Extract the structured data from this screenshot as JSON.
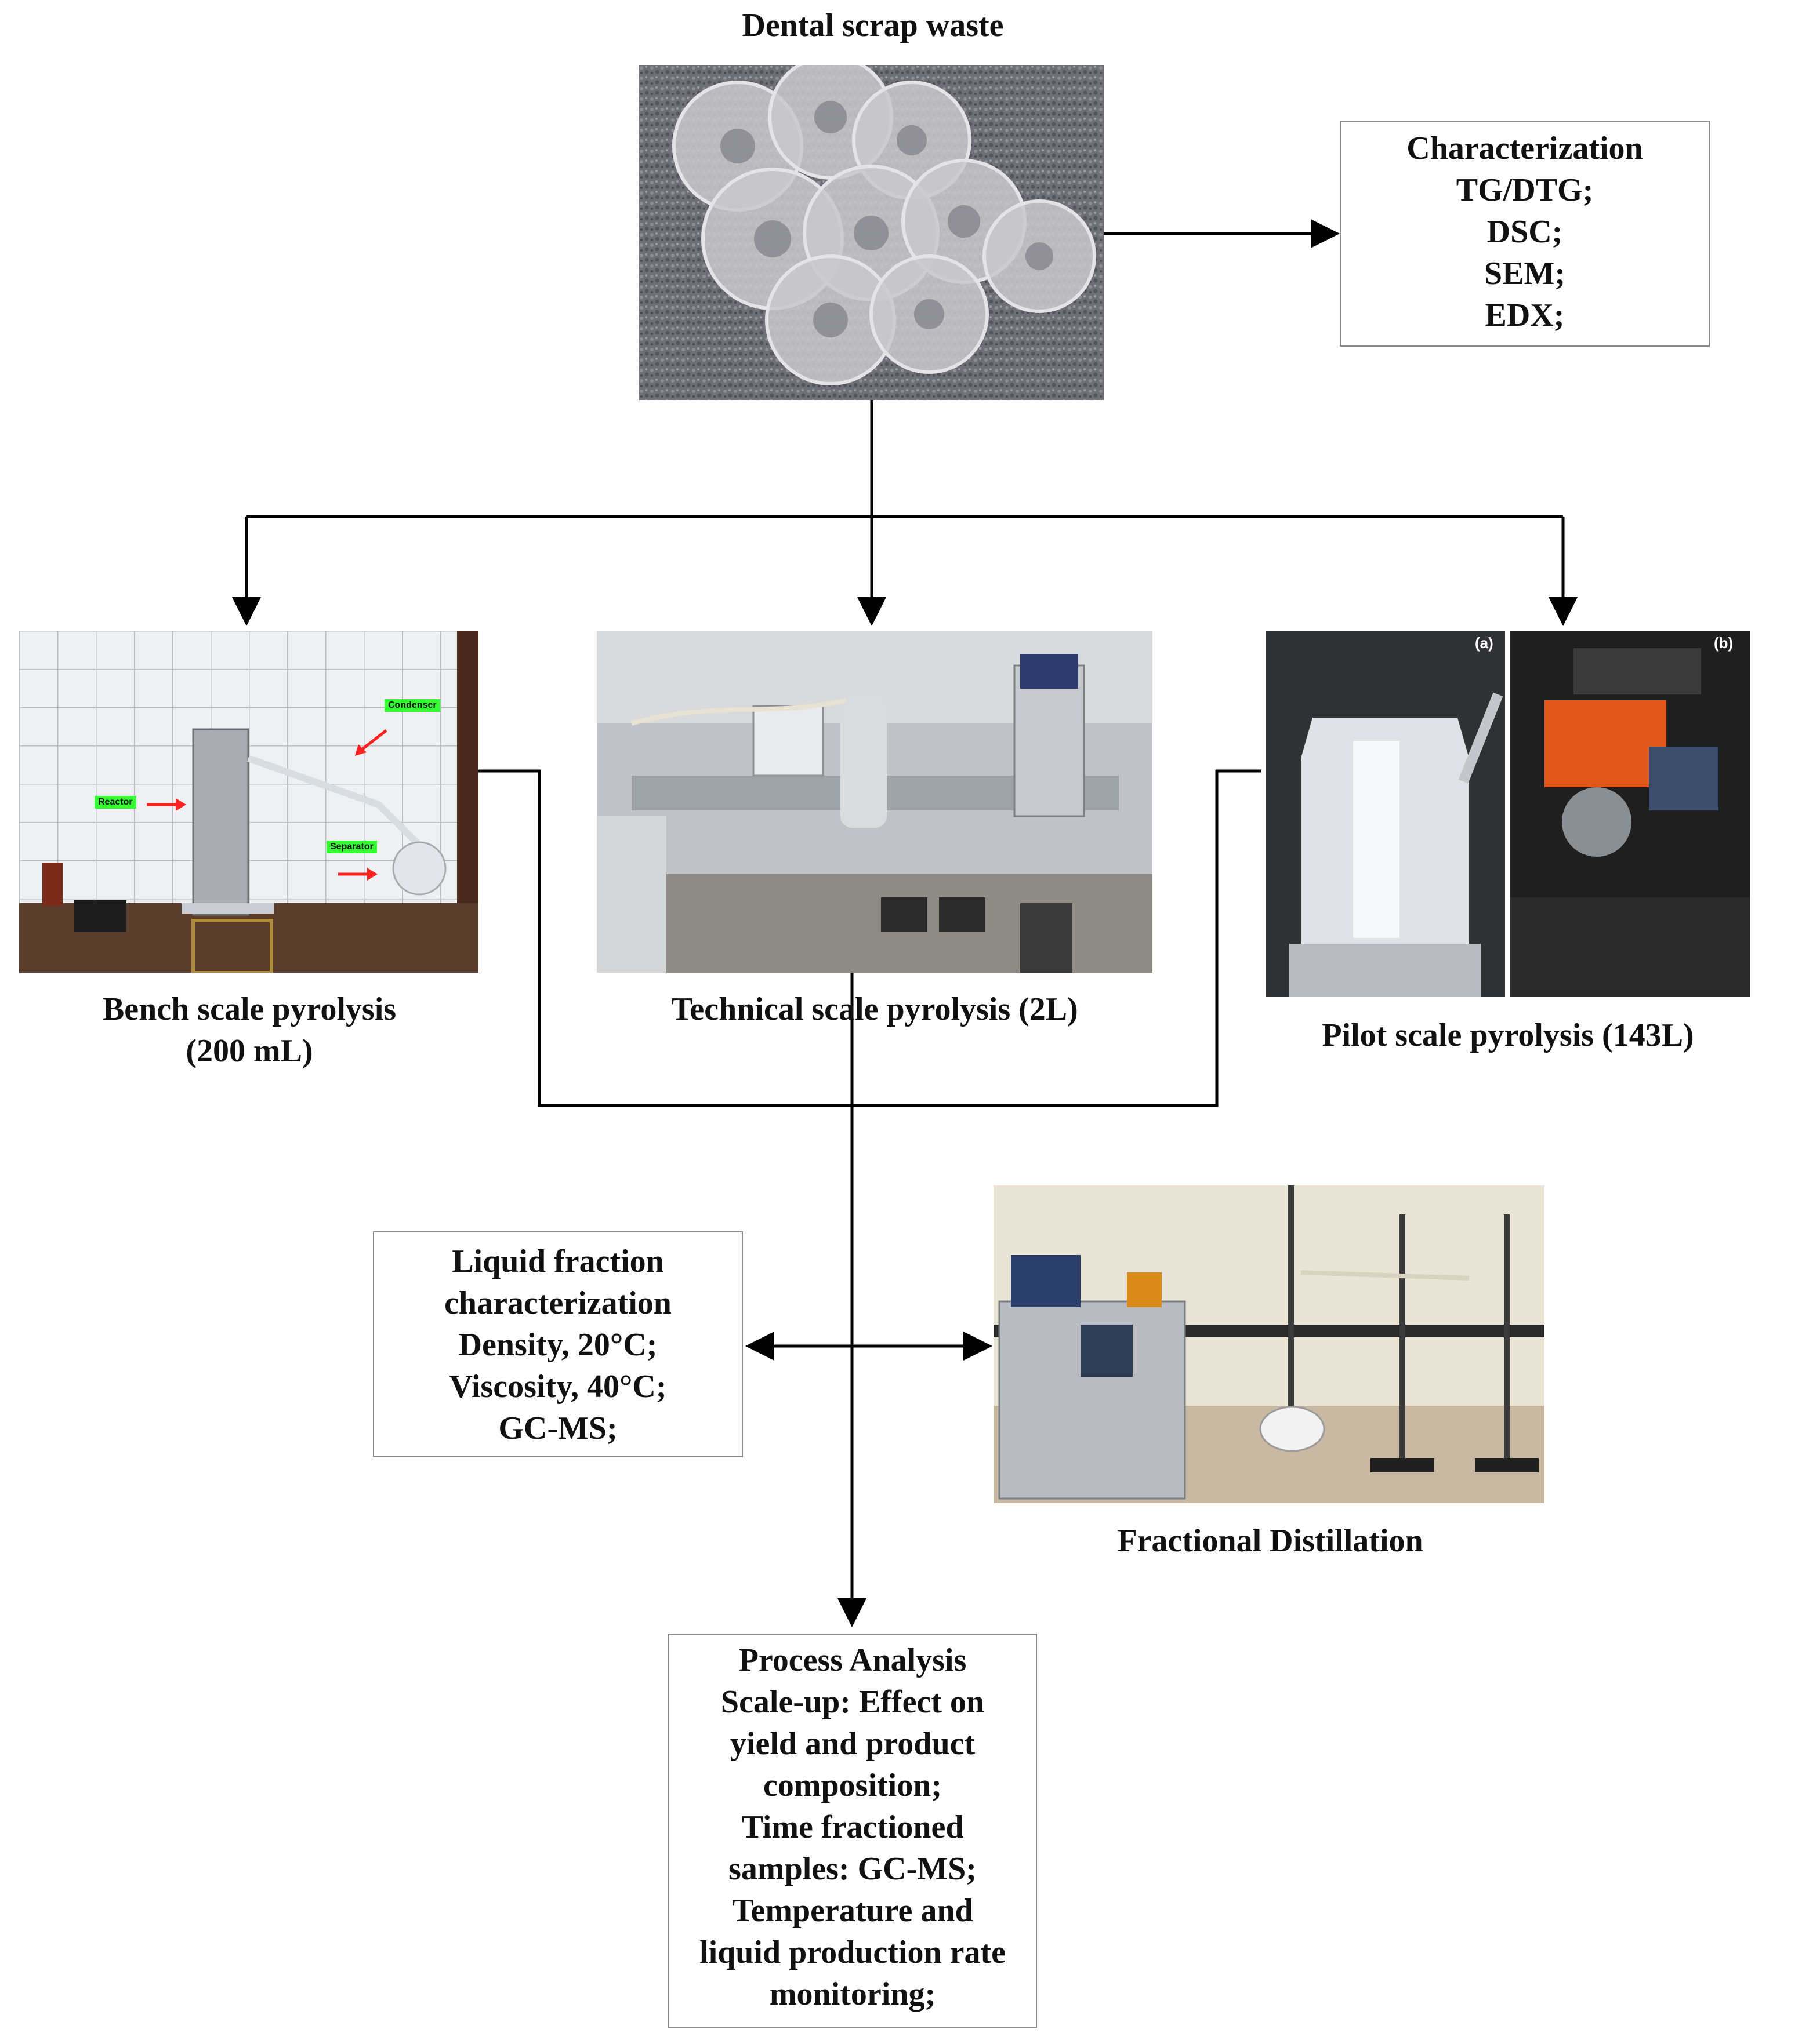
{
  "title": "Dental scrap waste",
  "characterization": {
    "lines": [
      "Characterization",
      "TG/DTG;",
      "DSC;",
      "SEM;",
      "EDX;"
    ]
  },
  "reactors": {
    "bench": {
      "caption_lines": [
        "Bench scale pyrolysis",
        "(200 mL)"
      ],
      "tags": {
        "reactor": "Reactor",
        "condenser": "Condenser",
        "separator": "Separator"
      }
    },
    "technical": {
      "caption": "Technical scale pyrolysis (2L)"
    },
    "pilot": {
      "caption": "Pilot scale pyrolysis (143L)",
      "panel_a": "(a)",
      "panel_b": "(b)"
    }
  },
  "liquid_fraction": {
    "lines": [
      "Liquid fraction",
      "characterization",
      "Density, 20°C;",
      "Viscosity, 40°C;",
      "GC-MS;"
    ]
  },
  "distillation": {
    "caption": "Fractional Distillation"
  },
  "process_analysis": {
    "lines": [
      "Process Analysis",
      "Scale-up: Effect on",
      "yield and product",
      "composition;",
      "Time fractioned",
      "samples: GC-MS;",
      "Temperature and",
      "liquid production rate",
      "monitoring;"
    ]
  },
  "colors": {
    "arrow": "#000000",
    "box_border": "#8a8a8a",
    "tag": "#33ff33",
    "pointer": "#ff2020"
  },
  "icons": [
    "arrow-head-icon",
    "red-pointer-arrow-icon"
  ]
}
